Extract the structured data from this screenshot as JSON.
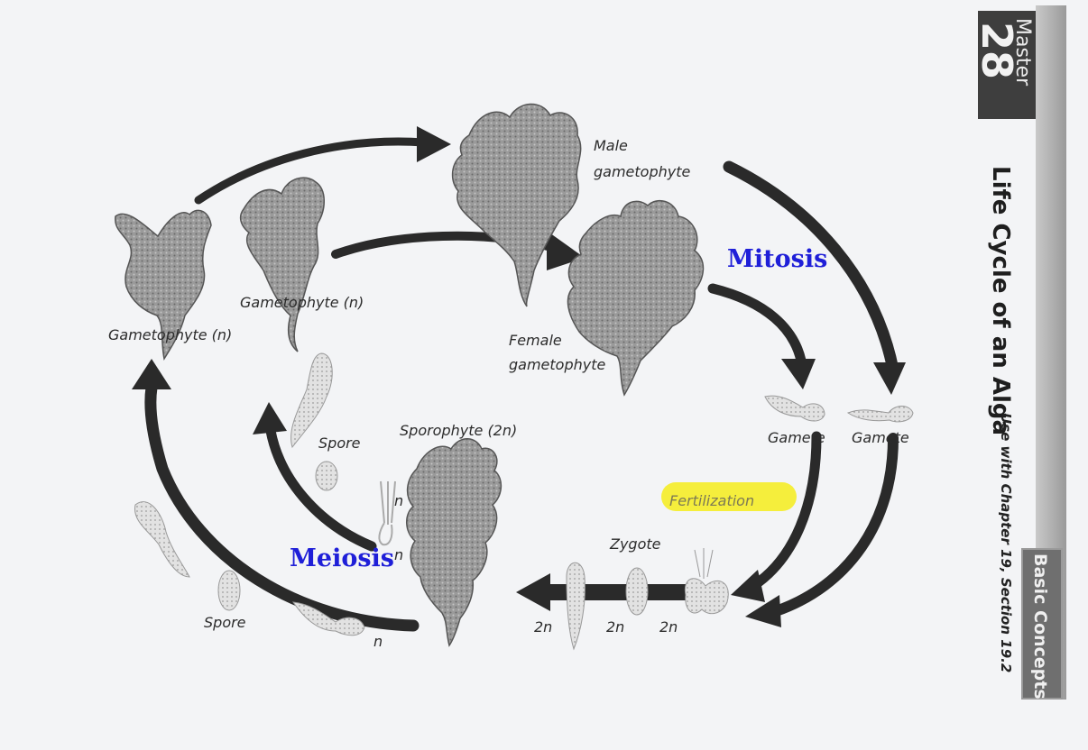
{
  "header": {
    "master_word": "Master",
    "master_number": "28",
    "title": "Life Cycle of an Alga",
    "subtitle": "Use with Chapter 19, Section 19.2",
    "tag": "Basic Concepts"
  },
  "labels": {
    "male_gametophyte_1": "Male",
    "male_gametophyte_2": "gametophyte",
    "female_gametophyte_1": "Female",
    "female_gametophyte_2": "gametophyte",
    "gametophyte_left": "Gametophyte (n)",
    "gametophyte_right": "Gametophyte (n)",
    "mitosis": "Mitosis",
    "meiosis": "Meiosis",
    "gamete_1": "Gamete",
    "gamete_2": "Gamete",
    "fertilization": "Fertilization",
    "zygote": "Zygote",
    "sporophyte": "Sporophyte (2n)",
    "spore_upper": "Spore",
    "spore_lower": "Spore",
    "n_upper": "n",
    "n_middle": "n",
    "n_lower": "n",
    "two_n_1": "2n",
    "two_n_2": "2n",
    "two_n_3": "2n"
  },
  "colors": {
    "arrow": "#2a2a2a",
    "plant": "#8a8a8a",
    "highlight": "#f5ee3c",
    "process_text": "#1f1fd8"
  }
}
